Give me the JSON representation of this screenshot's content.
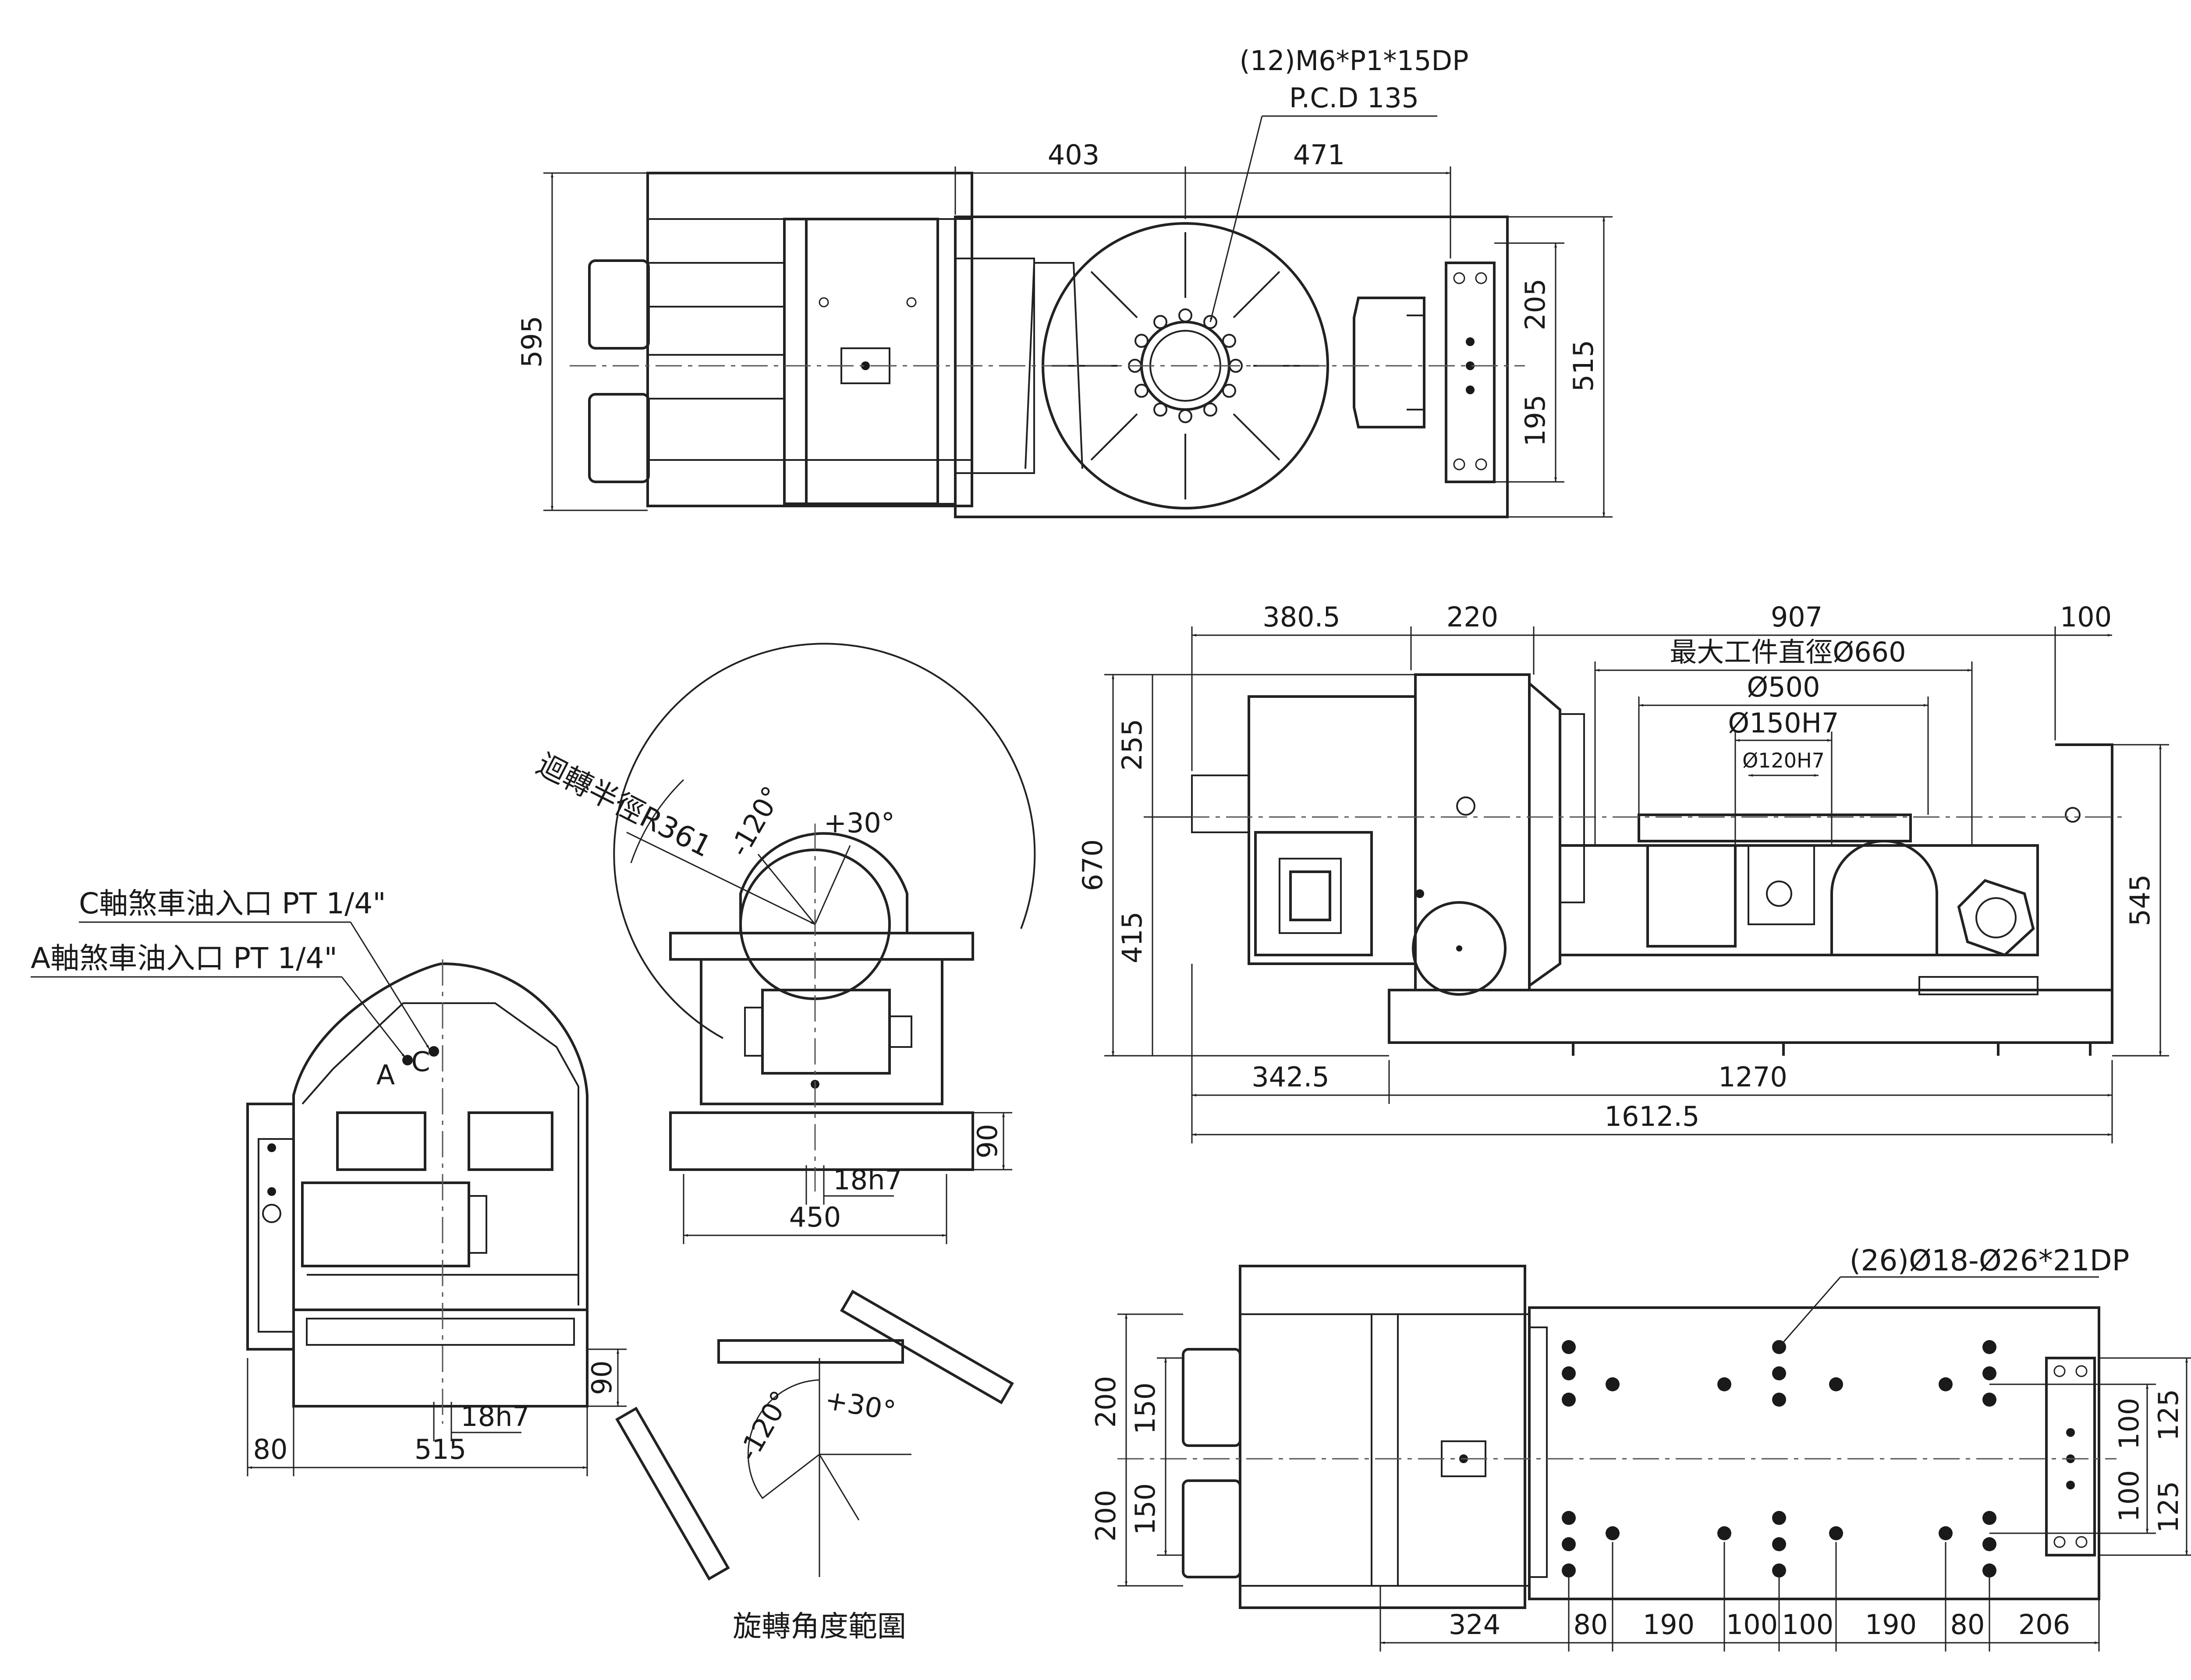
{
  "top_view": {
    "callout_line1": "(12)M6*P1*15DP",
    "callout_line2": "P.C.D 135",
    "dim_403": "403",
    "dim_471": "471",
    "dim_595": "595",
    "dim_205": "205",
    "dim_195": "195",
    "dim_515": "515"
  },
  "front_view": {
    "dim_380_5": "380.5",
    "dim_220": "220",
    "dim_907": "907",
    "dim_100": "100",
    "max_workpiece": "最大工件直徑Ø660",
    "dia_500": "Ø500",
    "dia_150h7": "Ø150H7",
    "dia_120h7": "Ø120H7",
    "dim_255": "255",
    "dim_670": "670",
    "dim_415": "415",
    "dim_545": "545",
    "dim_342_5": "342.5",
    "dim_1270": "1270",
    "dim_1612_5": "1612.5"
  },
  "side_view_left": {
    "label_c": "C軸煞車油入口 PT 1/4\"",
    "label_a": "A軸煞車油入口 PT 1/4\"",
    "mark_a": "A",
    "mark_c": "C",
    "dim_90": "90",
    "dim_18h7": "18h7",
    "dim_80": "80",
    "dim_515": "515"
  },
  "side_view_middle": {
    "swing_radius": "迴轉半徑R361",
    "angle_neg": "-120°",
    "angle_pos": "+30°",
    "dim_90": "90",
    "dim_18h7": "18h7",
    "dim_450": "450"
  },
  "rotation_diagram": {
    "angle_neg": "-120°",
    "angle_pos": "+30°",
    "caption": "旋轉角度範圍"
  },
  "bottom_view": {
    "holes_callout": "(26)Ø18-Ø26*21DP",
    "dim_200_top": "200",
    "dim_150_top": "150",
    "dim_200_bot": "200",
    "dim_150_bot": "150",
    "dim_100_a": "100",
    "dim_125_a": "125",
    "dim_100_b": "100",
    "dim_125_b": "125",
    "dim_324": "324",
    "dim_80_a": "80",
    "dim_190_a": "190",
    "dim_100_c": "100",
    "dim_100_d": "100",
    "dim_190_b": "190",
    "dim_80_b": "80",
    "dim_206": "206"
  }
}
